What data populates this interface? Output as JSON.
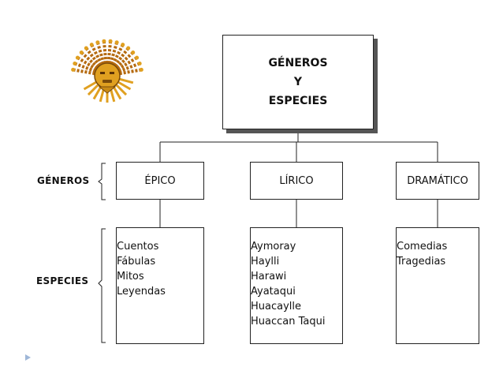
{
  "root": {
    "lines": [
      "GÉNEROS",
      "Y",
      "ESPECIES"
    ]
  },
  "row_labels": {
    "generos": "GÉNEROS",
    "especies": "ESPECIES"
  },
  "genres": [
    {
      "label": "ÉPICO",
      "species": [
        "Cuentos",
        "Fábulas",
        "Mitos",
        "Leyendas"
      ]
    },
    {
      "label": "LÍRICO",
      "species": [
        "Aymoray",
        "Haylli",
        "Harawi",
        "Ayataqui",
        "Huacaylle",
        "Huaccan Taqui"
      ]
    },
    {
      "label": "DRAMÁTICO",
      "species": [
        "Comedias",
        "Tragedias"
      ]
    }
  ],
  "colors": {
    "line": "#222222",
    "shadow": "#555555",
    "bullet": "#9fb7d8",
    "sun_gold": "#e0a020",
    "sun_ray": "#b56a10"
  },
  "decoration": {
    "image_icon": "inca-sun-mask-icon",
    "bullet_icon": "triangle-bullet-icon"
  }
}
